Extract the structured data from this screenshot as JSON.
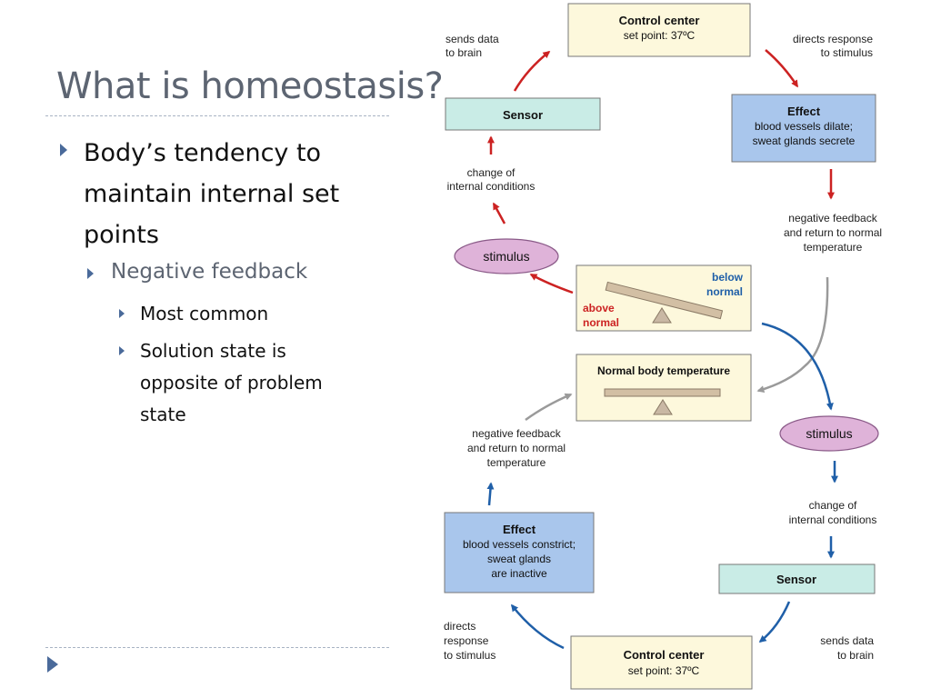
{
  "slide": {
    "title": "What is homeostasis?",
    "bullet_1": "Body’s tendency to maintain internal set points",
    "bullet_2": "Negative feedback",
    "bullet_3a": "Most common",
    "bullet_3b": "Solution state is opposite of problem state"
  },
  "diagram": {
    "top": {
      "control_center_title": "Control center",
      "control_center_setpoint": "set point: 37ºC",
      "sends_data_1": "sends data",
      "sends_data_2": "to brain",
      "directs_1": "directs response",
      "directs_2": "to stimulus",
      "sensor": "Sensor",
      "effect_title": "Effect",
      "effect_1": "blood vessels dilate;",
      "effect_2": "sweat glands secrete",
      "change_1": "change of",
      "change_2": "internal conditions",
      "neg_1": "negative feedback",
      "neg_2": "and return to normal",
      "neg_3": "temperature",
      "stimulus": "stimulus",
      "below_1": "below",
      "below_2": "normal",
      "above_1": "above",
      "above_2": "normal"
    },
    "middle": {
      "normal_temp": "Normal body temperature"
    },
    "bottom": {
      "neg_1": "negative feedback",
      "neg_2": "and return to normal",
      "neg_3": "temperature",
      "stimulus": "stimulus",
      "change_1": "change of",
      "change_2": "internal conditions",
      "effect_title": "Effect",
      "effect_1": "blood vessels constrict;",
      "effect_2": "sweat glands",
      "effect_3": "are inactive",
      "sensor": "Sensor",
      "directs_1": "directs",
      "directs_2": "response",
      "directs_3": "to stimulus",
      "sends_data_1": "sends data",
      "sends_data_2": "to brain",
      "control_center_title": "Control center",
      "control_center_setpoint": "set point: 37ºC"
    }
  },
  "colors": {
    "title": "#5d6572",
    "bullet_marker": "#4a6a9a",
    "cream_box": "#fdf8dc",
    "sensor_box": "#c9ece6",
    "effect_box": "#a9c6ec",
    "stimulus_ellipse": "#dfb3d9",
    "red_arrow": "#cc2222",
    "blue_arrow": "#1f5fa8",
    "gray_arrow": "#9a9a9a"
  },
  "icons": [
    "bullet-triangle-icon",
    "play-triangle-icon"
  ]
}
